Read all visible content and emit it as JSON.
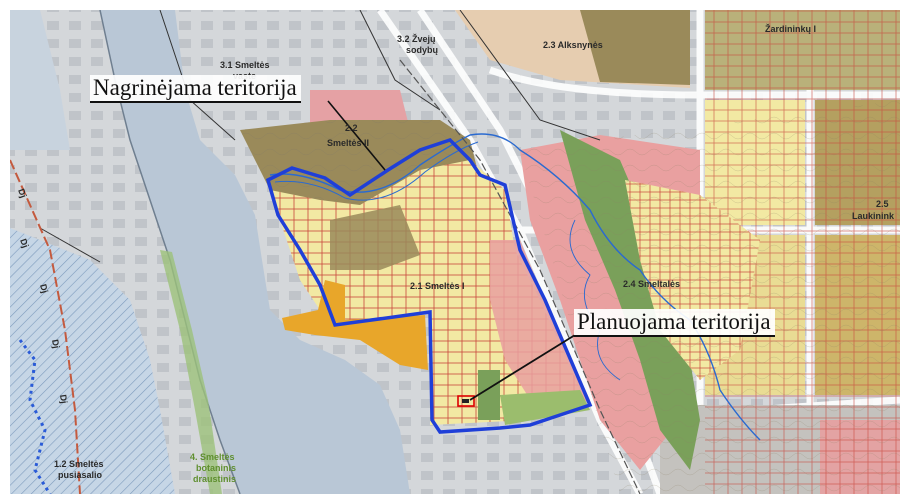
{
  "callouts": {
    "study_area": "Nagrinėjama teritorija",
    "planned_area": "Planuojama teritorija"
  },
  "zones": {
    "z21": "2.1 Smeltės I",
    "z22_num": "2.2",
    "z22_name": "Smeltės II",
    "z23": "2.3 Alksnynės",
    "z24": "2.4 Smeltalės",
    "z25_num": "2.5",
    "z25_name": "Laukinink",
    "z27_name": "Žardininkų I",
    "z31_a": "3.1 Smeltės",
    "z31_b": "vaste",
    "z32_a": "3.2 Žvejų",
    "z32_b": "sodybų",
    "z12_a": "1.2 Smeltės",
    "z12_b": "pusiasalio",
    "z4_a": "4. Smeltės",
    "z4_b": "botaninis",
    "z4_c": "draustinis"
  },
  "line_marks": {
    "a": "Dj",
    "b": "Dj",
    "c": "Dj",
    "d": "Dj",
    "e": "Dj"
  },
  "colors": {
    "water": "#b9c7d6",
    "industrial": "#cfd3d6",
    "residential_yellow": "#f2e9a3",
    "brown": "#9a8a5a",
    "pink": "#e9a0a0",
    "green": "#7aa05a",
    "orange": "#e8a62a",
    "boundary": "#1f3fd8"
  }
}
